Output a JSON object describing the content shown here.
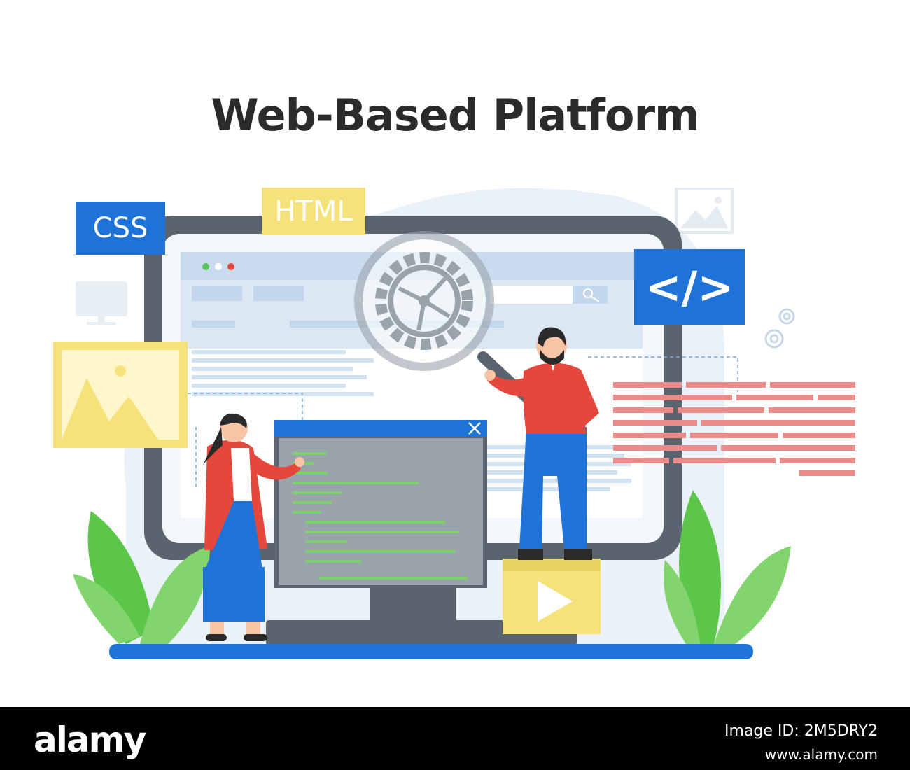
{
  "title": "Web-Based Platform",
  "tags": {
    "css": "CSS",
    "html": "HTML",
    "code": "</>"
  },
  "footer": {
    "brand": "alamy",
    "image_id": "Image ID: 2M5DRY2",
    "url": "www.alamy.com"
  },
  "colors": {
    "accent_blue": "#1f73d8",
    "yellow": "#f5e27a",
    "monitor_frame": "#5a646e",
    "code_green": "#7dd06a",
    "person_red": "#e4473c",
    "plant_green": "#5cc64a"
  }
}
